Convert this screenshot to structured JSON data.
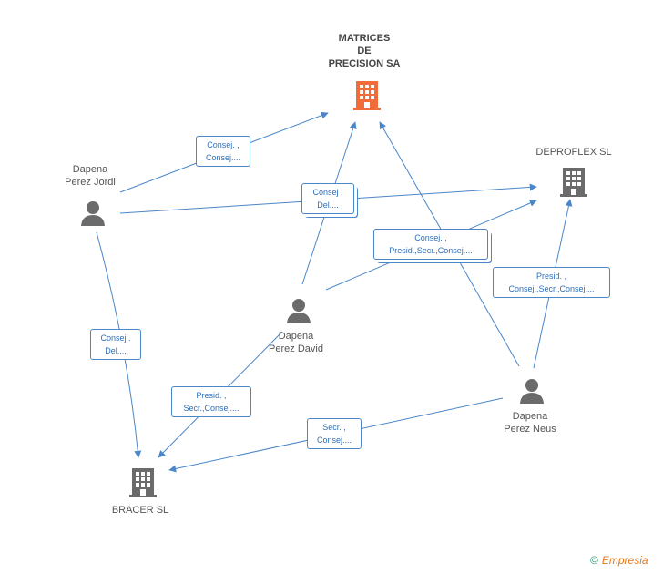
{
  "nodes": {
    "matrices": {
      "label": "MATRICES\nDE\nPRECISION SA",
      "type": "company",
      "color": "#f26b3a"
    },
    "deproflex": {
      "label": "DEPROFLEX  SL",
      "type": "company",
      "color": "#6b6b6b"
    },
    "bracer": {
      "label": "BRACER SL",
      "type": "company",
      "color": "#6b6b6b"
    },
    "jordi": {
      "label": "Dapena\nPerez Jordi",
      "type": "person",
      "color": "#6b6b6b"
    },
    "david": {
      "label": "Dapena\nPerez David",
      "type": "person",
      "color": "#6b6b6b"
    },
    "neus": {
      "label": "Dapena\nPerez Neus",
      "type": "person",
      "color": "#6b6b6b"
    }
  },
  "edge_labels": {
    "jordi_matrices": "Consej. ,\nConsej....",
    "jordi_deproflex": "Consej .\nDel....",
    "jordi_bracer": "Consej .\nDel....",
    "david_both": "Consej. ,\nPresid.,Secr.,Consej....",
    "david_bracer": "Presid. ,\nSecr.,Consej....",
    "neus_deproflex": "Presid. ,\nConsej.,Secr.,Consej....",
    "neus_bracer": "Secr. ,\nConsej...."
  },
  "colors": {
    "edge": "#4a86c8",
    "accent": "#f26b3a",
    "icon": "#6b6b6b"
  },
  "brand": {
    "copyright": "©",
    "name": "Empresia"
  }
}
